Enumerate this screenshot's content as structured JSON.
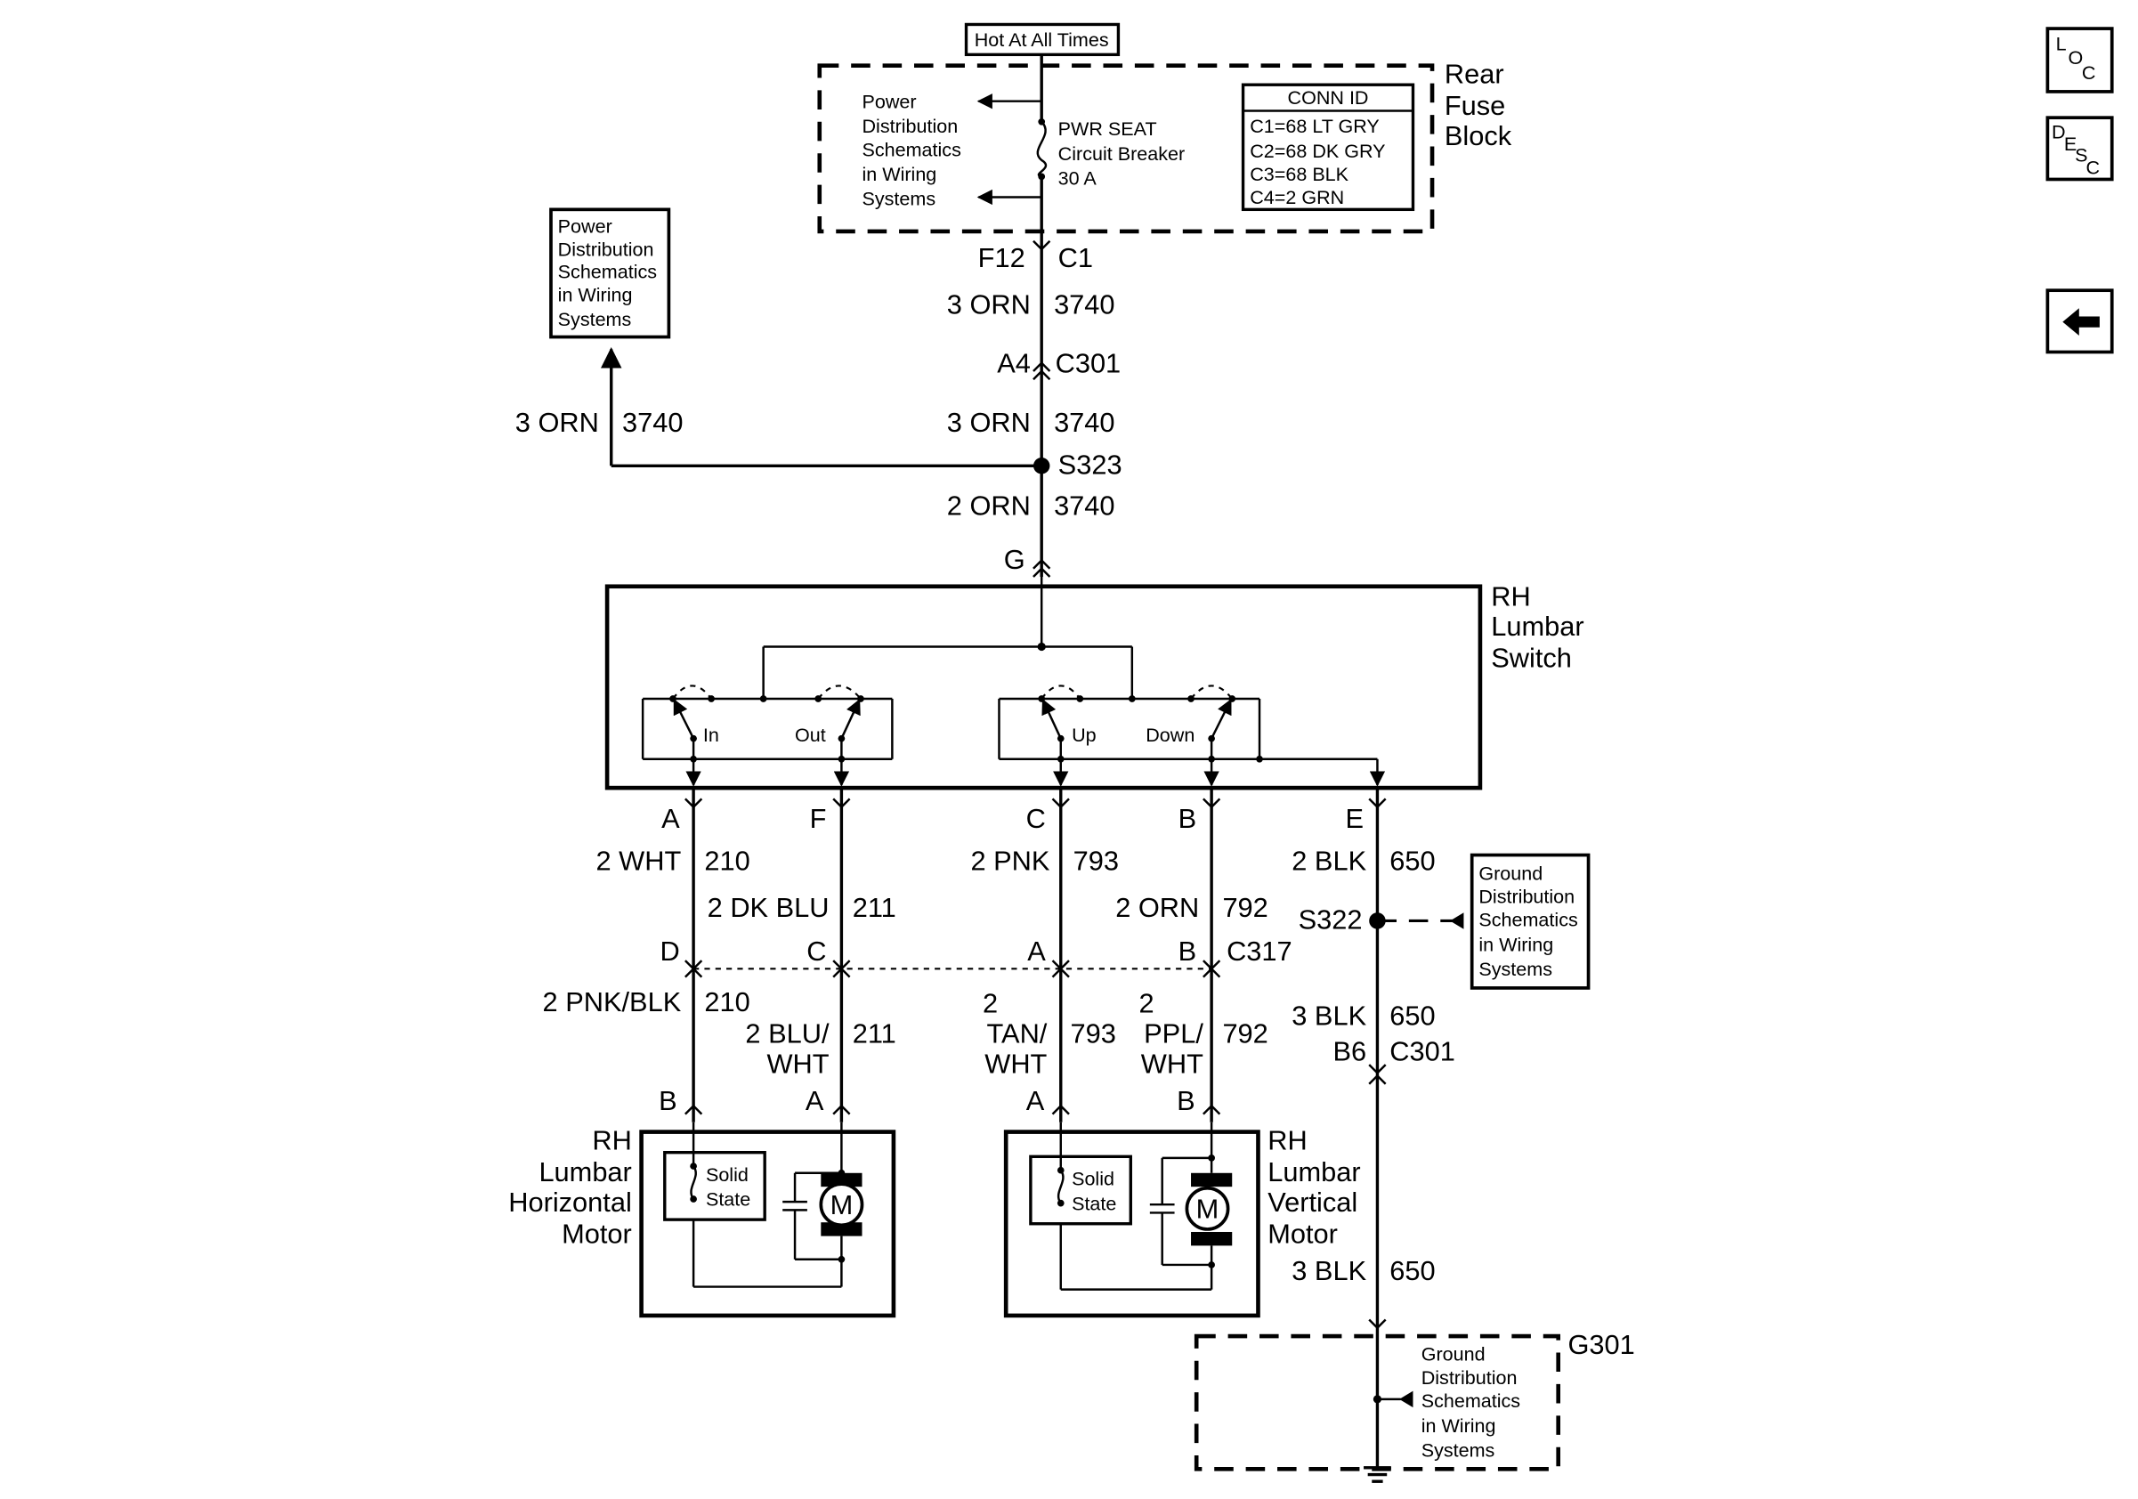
{
  "source": {
    "label": "Hot At All Times"
  },
  "fuse_block": {
    "title_lines": [
      "Rear",
      "Fuse",
      "Block"
    ],
    "pd_lines": [
      "Power",
      "Distribution",
      "Schematics",
      "in Wiring",
      "Systems"
    ],
    "breaker_lines": [
      "PWR SEAT",
      "Circuit Breaker",
      "30 A"
    ],
    "conn_title": "CONN ID",
    "conn_lines": [
      "C1=68 LT GRY",
      "C2=68 DK GRY",
      "C3=68 BLK",
      "C4=2 GRN"
    ]
  },
  "pd_ref_left": {
    "lines": [
      "Power",
      "Distribution",
      "Schematics",
      "in Wiring",
      "Systems"
    ]
  },
  "main_feed": {
    "f12": "F12",
    "c1": "C1",
    "w1_gauge": "3 ORN",
    "w1_circ": "3740",
    "a4": "A4",
    "c301": "C301",
    "w2_gauge": "3 ORN",
    "w2_circ": "3740",
    "splice": "S323",
    "w3_gauge": "2 ORN",
    "w3_circ": "3740",
    "pin_g": "G",
    "branch_gauge": "3 ORN",
    "branch_circ": "3740"
  },
  "switch": {
    "title_lines": [
      "RH",
      "Lumbar",
      "Switch"
    ],
    "labels": {
      "in": "In",
      "out": "Out",
      "up": "Up",
      "down": "Down"
    }
  },
  "switch_pins": {
    "a": "A",
    "f": "F",
    "c": "C",
    "b": "B",
    "e": "E"
  },
  "upper_wires": {
    "w210_gauge": "2 WHT",
    "w210_circ": "210",
    "w211_gauge": "2 DK BLU",
    "w211_circ": "211",
    "w793_gauge": "2 PNK",
    "w793_circ": "793",
    "w792_gauge": "2 ORN",
    "w792_circ": "792",
    "w650_gauge": "2 BLK",
    "w650_circ": "650"
  },
  "c317": {
    "d": "D",
    "c": "C",
    "a": "A",
    "b": "B",
    "name": "C317"
  },
  "ground_splice": {
    "splice": "S322",
    "ref_lines": [
      "Ground",
      "Distribution",
      "Schematics",
      "in Wiring",
      "Systems"
    ]
  },
  "lower_wires": {
    "w210_gauge": "2 PNK/BLK",
    "w210_circ": "210",
    "w211_gauge_lines": [
      "2 BLU/",
      "WHT"
    ],
    "w211_circ": "211",
    "w793_gauge_lines": [
      "2",
      "TAN/",
      "WHT"
    ],
    "w793_circ": "793",
    "w792_gauge_lines": [
      "2",
      "PPL/",
      "WHT"
    ],
    "w792_circ": "792",
    "w650_gauge": "3 BLK",
    "w650_circ": "650",
    "b6": "B6",
    "c301": "C301",
    "w650b_gauge": "3 BLK",
    "w650b_circ": "650"
  },
  "motor_pins": {
    "hb": "B",
    "ha": "A",
    "va": "A",
    "vb": "B"
  },
  "horizontal_motor": {
    "title_lines": [
      "RH",
      "Lumbar",
      "Horizontal",
      "Motor"
    ],
    "solid_state_lines": [
      "Solid",
      "State"
    ],
    "motor_symbol": "M"
  },
  "vertical_motor": {
    "title_lines": [
      "RH",
      "Lumbar",
      "Vertical",
      "Motor"
    ],
    "solid_state_lines": [
      "Solid",
      "State"
    ],
    "motor_symbol": "M"
  },
  "ground": {
    "name": "G301",
    "ref_lines": [
      "Ground",
      "Distribution",
      "Schematics",
      "in Wiring",
      "Systems"
    ],
    "icon": "ground-icon"
  },
  "side_buttons": {
    "loc": {
      "chars": [
        "L",
        "O",
        "C"
      ],
      "icon": "loc-icon"
    },
    "desc": {
      "chars": [
        "D",
        "E",
        "S",
        "C"
      ],
      "icon": "desc-icon"
    },
    "back": {
      "icon": "back-arrow-icon"
    }
  }
}
